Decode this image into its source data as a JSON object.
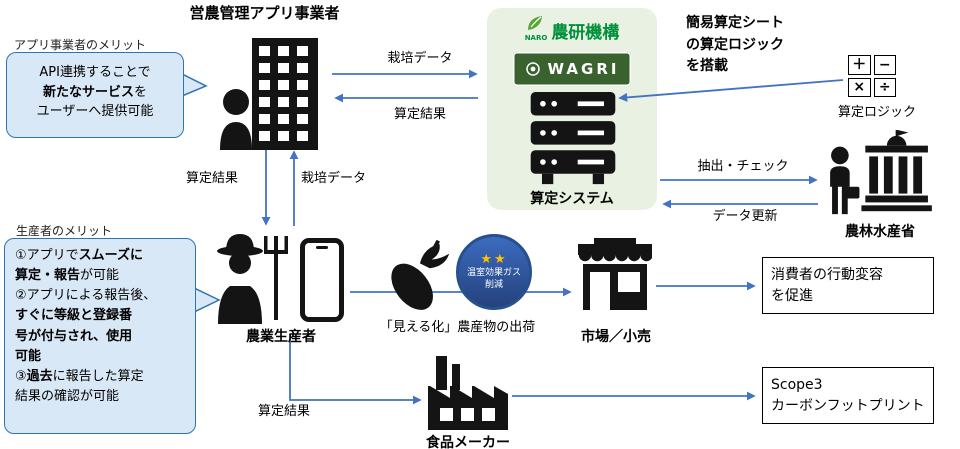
{
  "title_app_operator": "営農管理アプリ事業者",
  "bubbles": {
    "app": {
      "label": "アプリ事業者のメリット",
      "lines": [
        [
          {
            "t": "API連携することで",
            "b": false
          }
        ],
        [
          {
            "t": "新たなサービス",
            "b": true
          },
          {
            "t": "を",
            "b": false
          }
        ],
        [
          {
            "t": "ユーザーへ提供可能",
            "b": false
          }
        ]
      ]
    },
    "producer": {
      "label": "生産者のメリット",
      "lines": [
        [
          {
            "t": "①アプリで",
            "b": false
          },
          {
            "t": "スムーズに",
            "b": true
          }
        ],
        [
          {
            "t": "算定・報告",
            "b": true
          },
          {
            "t": "が可能",
            "b": false
          }
        ],
        [
          {
            "t": "②アプリによる報告後、",
            "b": false
          }
        ],
        [
          {
            "t": "すぐに等級と登録番",
            "b": true
          }
        ],
        [
          {
            "t": "号が付与され、使用",
            "b": true
          }
        ],
        [
          {
            "t": "可能",
            "b": true
          }
        ],
        [
          {
            "t": "③",
            "b": false
          },
          {
            "t": "過去",
            "b": true
          },
          {
            "t": "に報告した算定",
            "b": false
          }
        ],
        [
          {
            "t": "結果の確認が可能",
            "b": false
          }
        ]
      ]
    }
  },
  "naro": {
    "brand_small": "NARO",
    "brand": "農研機構",
    "wagri": "WAGRI",
    "system_label": "算定システム"
  },
  "calc_sheet_note": [
    "簡易算定シート",
    "の算定ロジック",
    "を搭載"
  ],
  "calc_logic": {
    "symbols": [
      "＋",
      "−",
      "×",
      "÷"
    ],
    "label": "算定ロジック"
  },
  "maff_label": "農林水産省",
  "producer_label": "農業生産者",
  "market_label": "市場／小売",
  "factory_label": "食品メーカー",
  "shipment_label": "「見える化」農産物の出荷",
  "badge": {
    "stars": "★★",
    "line1": "温室効果ガス",
    "line2": "削減"
  },
  "arrows": {
    "cultivation_top": "栽培データ",
    "result_top": "算定結果",
    "result_left": "算定結果",
    "cultivation_left": "栽培データ",
    "extract": "抽出・チェック",
    "update": "データ更新",
    "result_bottom": "算定結果"
  },
  "boxes": {
    "consumer": [
      "消費者の行動変容",
      "を促進"
    ],
    "scope3": [
      "Scope3",
      "カーボンフットプリント"
    ]
  },
  "colors": {
    "arrow": "#4472C4",
    "bubble_bg": "#D9E8F6",
    "bubble_border": "#2E74B5",
    "naro_green": "#00913A",
    "wagri_bg": "#39622E",
    "panel_green": "#E9F1E3",
    "badge_blue": "#2F5597",
    "star_gold": "#FFC000"
  }
}
